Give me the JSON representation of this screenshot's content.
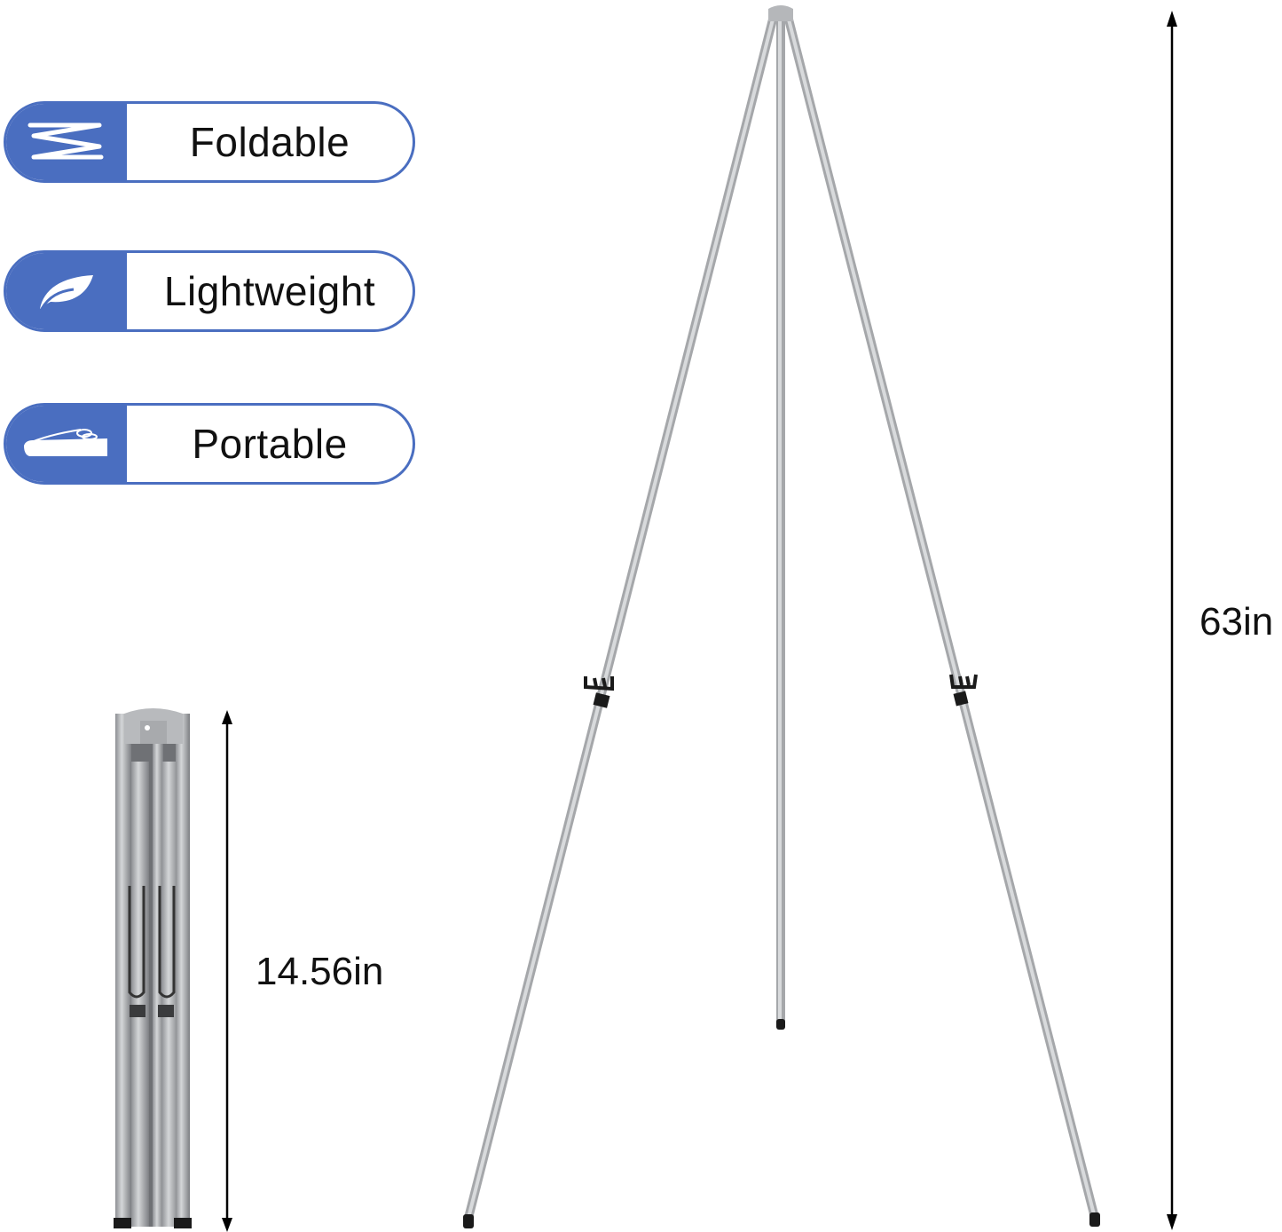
{
  "features": [
    {
      "label": "Foldable",
      "icon": "fold-zigzag-icon"
    },
    {
      "label": "Lightweight",
      "icon": "leaf-icon"
    },
    {
      "label": "Portable",
      "icon": "carry-bag-icon"
    }
  ],
  "dimensions": {
    "folded_height": "14.56in",
    "unfolded_height": "63in"
  },
  "colors": {
    "accent": "#4a6ec0",
    "leg_silver": "#c4c6c9",
    "text": "#111111",
    "rubber_feet": "#1a1a1a"
  }
}
